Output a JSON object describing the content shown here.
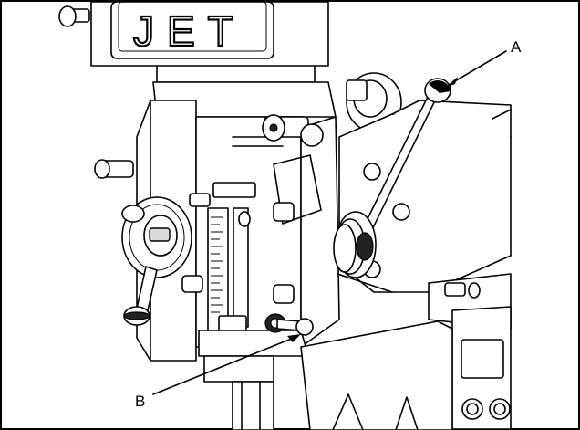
{
  "brand": {
    "text": "JET"
  },
  "callouts": {
    "a": "A",
    "b": "B"
  }
}
